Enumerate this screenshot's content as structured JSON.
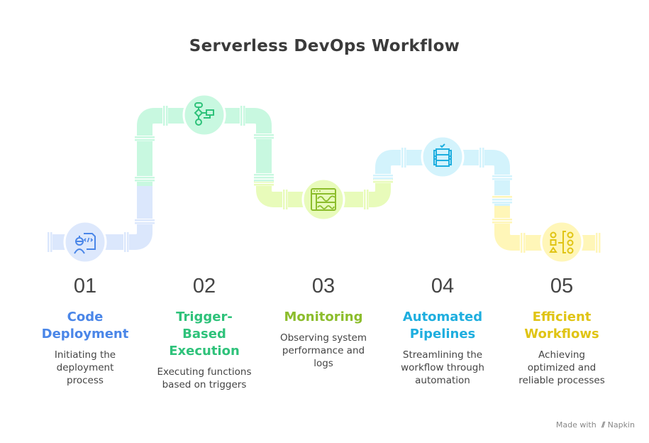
{
  "title": "Serverless DevOps Workflow",
  "steps": [
    {
      "number": "01",
      "title": "Code Deployment",
      "description": "Initiating the deployment process",
      "icon": "developer-code-icon",
      "color": "#4a86e8",
      "pipe": "#dbe7fc",
      "circle": "#dde8fc"
    },
    {
      "number": "02",
      "title": "Trigger-Based Execution",
      "description": "Executing functions based on triggers",
      "icon": "flowchart-icon",
      "color": "#2ec27a",
      "pipe": "#c8f8e0",
      "circle": "#c8f8e0"
    },
    {
      "number": "03",
      "title": "Monitoring",
      "description": "Observing system performance and logs",
      "icon": "dashboard-chart-icon",
      "color": "#8cbd2c",
      "pipe": "#e8fbba",
      "circle": "#e8fbba"
    },
    {
      "number": "04",
      "title": "Automated Pipelines",
      "description": "Streamlining the workflow through automation",
      "icon": "server-check-icon",
      "color": "#1eaedf",
      "pipe": "#d3f3fc",
      "circle": "#d3f3fc"
    },
    {
      "number": "05",
      "title": "Efficient Workflows",
      "description": "Achieving optimized and reliable processes",
      "icon": "shapes-sort-icon",
      "color": "#e0c414",
      "pipe": "#fff6b8",
      "circle": "#fff6b8"
    }
  ],
  "footer": {
    "prefix": "Made with",
    "brand": "Napkin"
  }
}
